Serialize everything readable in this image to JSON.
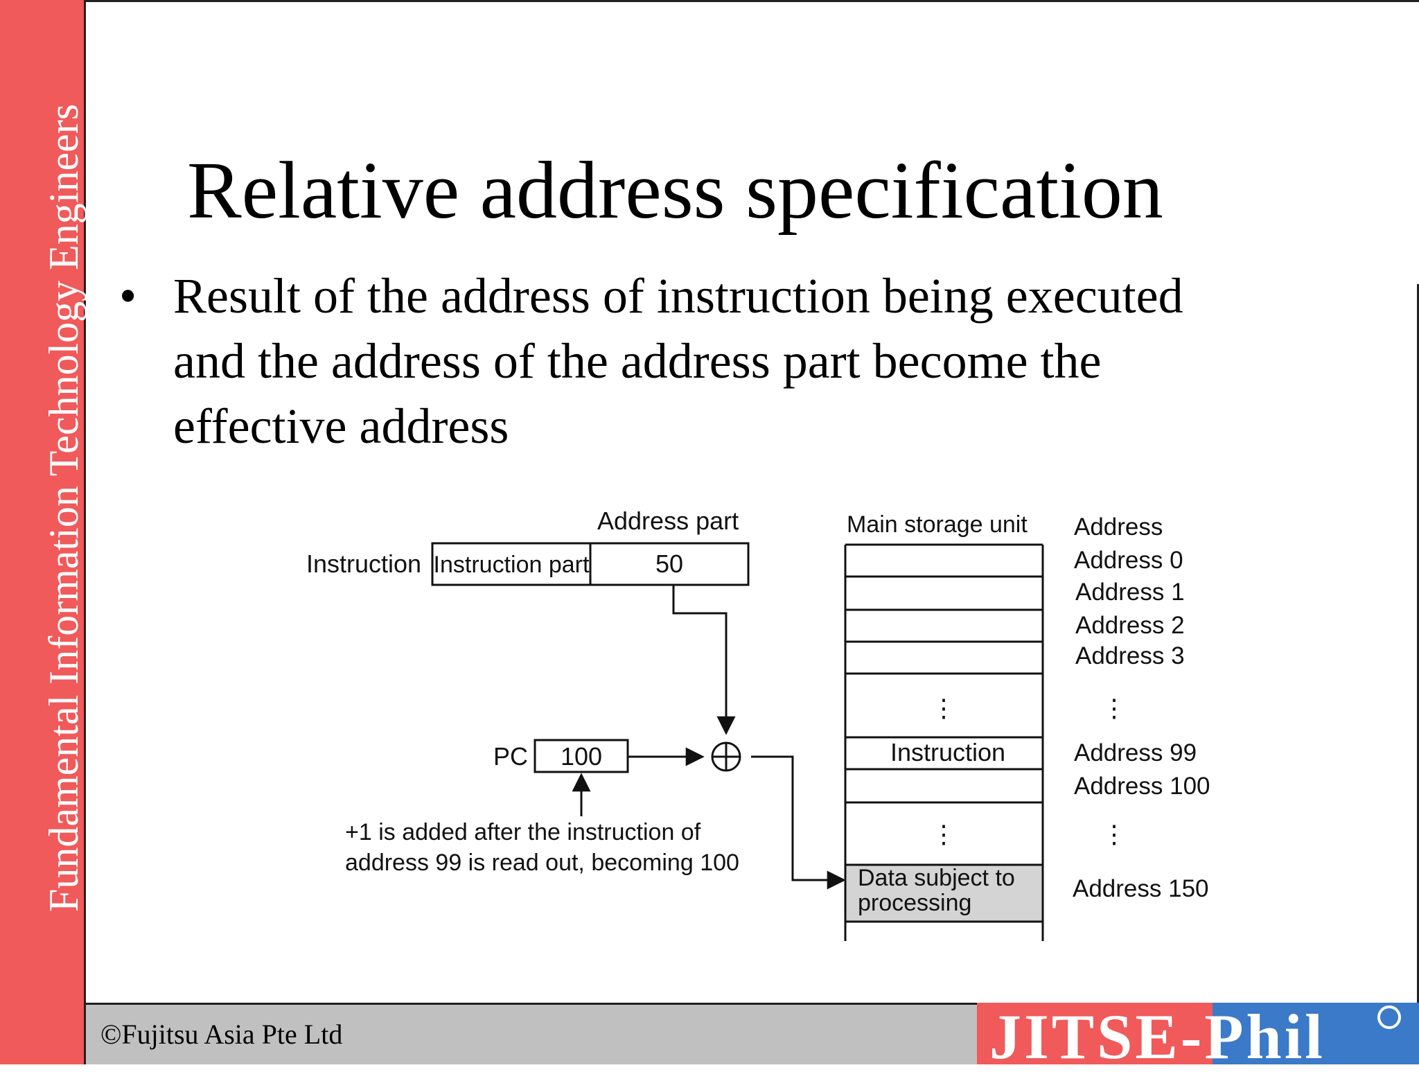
{
  "sidebar": {
    "text": "Fundamental Information Technology Engineers"
  },
  "slide": {
    "title": "Relative address specification",
    "bullet": "Result of the address of instruction being executed and the address of the address part become the effective address"
  },
  "diagram": {
    "address_part_label": "Address part",
    "instruction_label": "Instruction",
    "instruction_part_label": "Instruction part",
    "address_part_value": "50",
    "pc_label": "PC",
    "pc_value": "100",
    "note_line1": "+1 is added after the instruction of",
    "note_line2": "address 99 is read out, becoming 100",
    "main_storage_label": "Main storage unit",
    "address_header": "Address",
    "addresses": [
      "Address 0",
      "Address 1",
      "Address 2",
      "Address 3"
    ],
    "ellipsis": "⋮",
    "instruction_cell": "Instruction",
    "address_99": "Address 99",
    "address_100": "Address 100",
    "data_line1": "Data subject to",
    "data_line2": "processing",
    "address_150": "Address 150"
  },
  "footer": {
    "copyright": "©Fujitsu Asia Pte Ltd",
    "logo_text": "JITSE-Phil"
  },
  "colors": {
    "sidebar": "#f05a5a",
    "footer": "#c0c0c0",
    "logo_blue": "#3a7ac8",
    "data_cell": "#d4d4d4"
  }
}
